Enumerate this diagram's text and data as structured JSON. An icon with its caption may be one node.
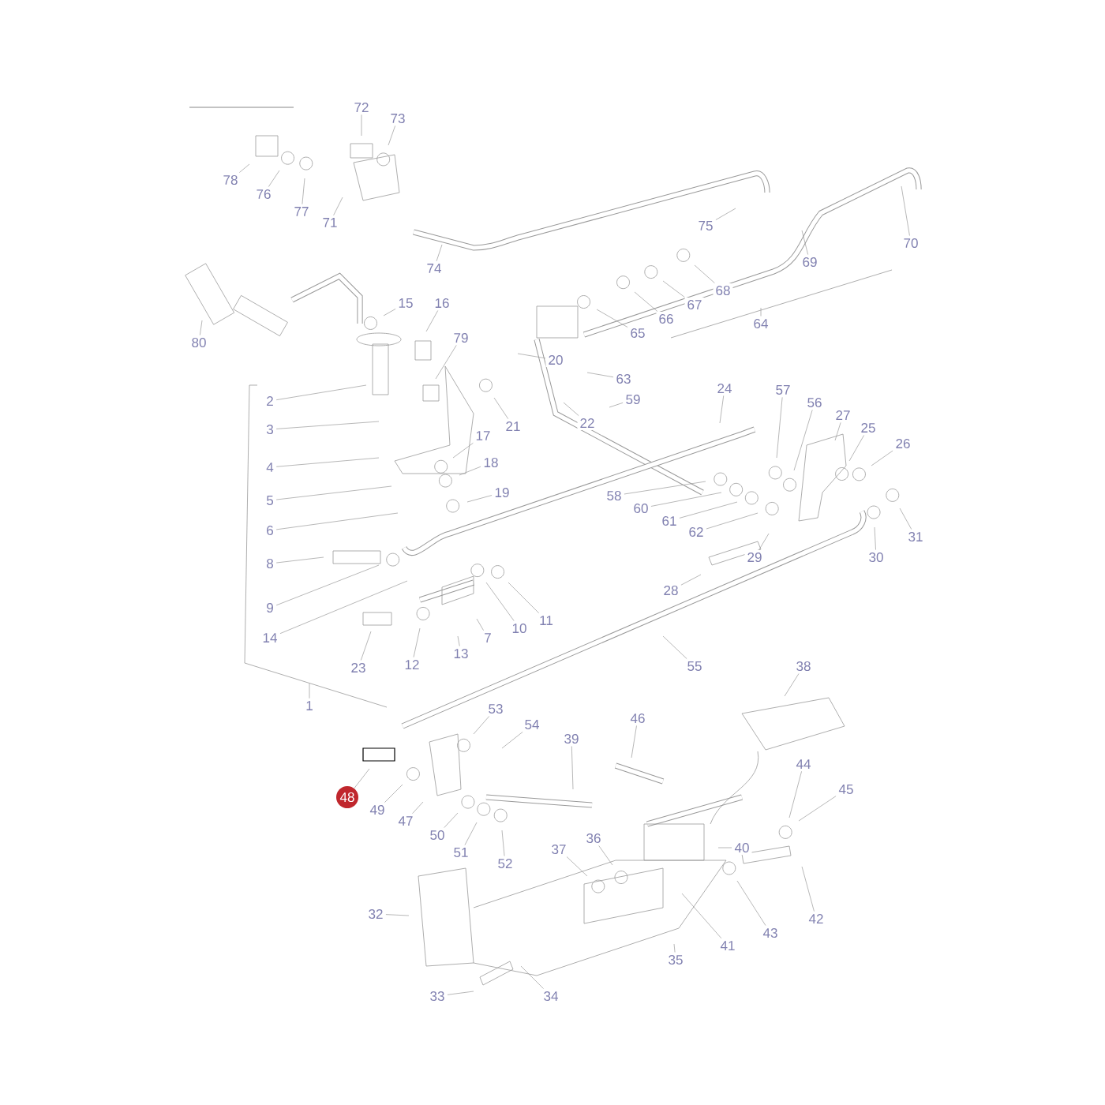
{
  "diagram": {
    "nodes": [
      {
        "text": [
          "72"
        ]
      },
      {
        "text": [
          "73"
        ]
      },
      {
        "text": [
          "78"
        ]
      },
      {
        "text": [
          "76"
        ]
      },
      {
        "text": [
          "77"
        ]
      },
      {
        "text": [
          "71"
        ]
      },
      {
        "text": [
          "74"
        ]
      },
      {
        "text": [
          "70"
        ]
      },
      {
        "text": [
          "75"
        ]
      },
      {
        "text": [
          "69"
        ]
      },
      {
        "text": [
          "68"
        ]
      },
      {
        "text": [
          "67"
        ]
      },
      {
        "text": [
          "66"
        ]
      },
      {
        "text": [
          "65"
        ]
      },
      {
        "text": [
          "64"
        ]
      },
      {
        "text": [
          "63"
        ]
      },
      {
        "text": [
          "15"
        ]
      },
      {
        "text": [
          "16"
        ]
      },
      {
        "text": [
          "79"
        ]
      },
      {
        "text": [
          "80"
        ]
      },
      {
        "text": [
          "20"
        ]
      },
      {
        "text": [
          "59"
        ]
      },
      {
        "text": [
          "22"
        ]
      },
      {
        "text": [
          "21"
        ]
      },
      {
        "text": [
          "2"
        ]
      },
      {
        "text": [
          "3"
        ]
      },
      {
        "text": [
          "4"
        ]
      },
      {
        "text": [
          "5"
        ]
      },
      {
        "text": [
          "6"
        ]
      },
      {
        "text": [
          "17"
        ]
      },
      {
        "text": [
          "18"
        ]
      },
      {
        "text": [
          "19"
        ]
      },
      {
        "text": [
          "24"
        ]
      },
      {
        "text": [
          "57"
        ]
      },
      {
        "text": [
          "56"
        ]
      },
      {
        "text": [
          "27"
        ]
      },
      {
        "text": [
          "25"
        ]
      },
      {
        "text": [
          "26"
        ]
      },
      {
        "text": [
          "58"
        ]
      },
      {
        "text": [
          "60"
        ]
      },
      {
        "text": [
          "61"
        ]
      },
      {
        "text": [
          "62"
        ]
      },
      {
        "text": [
          "29"
        ]
      },
      {
        "text": [
          "28"
        ]
      },
      {
        "text": [
          "30"
        ]
      },
      {
        "text": [
          "31"
        ]
      },
      {
        "text": [
          "8"
        ]
      },
      {
        "text": [
          "9"
        ]
      },
      {
        "text": [
          "14"
        ]
      },
      {
        "text": [
          "10"
        ]
      },
      {
        "text": [
          "11"
        ]
      },
      {
        "text": [
          "7"
        ]
      },
      {
        "text": [
          "12"
        ]
      },
      {
        "text": [
          "13"
        ]
      },
      {
        "text": [
          "23"
        ]
      },
      {
        "text": [
          "1"
        ]
      },
      {
        "text": [
          "55"
        ]
      },
      {
        "text": [
          "38"
        ]
      },
      {
        "text": [
          "53"
        ]
      },
      {
        "text": [
          "54"
        ]
      },
      {
        "text": [
          "46"
        ]
      },
      {
        "text": [
          "39"
        ]
      },
      {
        "text": [
          "44"
        ]
      },
      {
        "text": [
          "45"
        ]
      },
      {
        "text": [
          "48"
        ]
      },
      {
        "text": [
          "49"
        ]
      },
      {
        "text": [
          "47"
        ]
      },
      {
        "text": [
          "50"
        ]
      },
      {
        "text": [
          "51"
        ]
      },
      {
        "text": [
          "52"
        ]
      },
      {
        "text": [
          "37"
        ]
      },
      {
        "text": [
          "36"
        ]
      },
      {
        "text": [
          "40"
        ]
      },
      {
        "text": [
          "43"
        ]
      },
      {
        "text": [
          "42"
        ]
      },
      {
        "text": [
          "41"
        ]
      },
      {
        "text": [
          "35"
        ]
      },
      {
        "text": [
          "32"
        ]
      },
      {
        "text": [
          "33"
        ]
      },
      {
        "text": [
          "34"
        ]
      }
    ],
    "edges": [
      {
        "from": 0,
        "to": null,
        "arrow": "none"
      },
      {
        "from": 1,
        "to": null,
        "arrow": "none"
      },
      {
        "from": 2,
        "to": null,
        "arrow": "none"
      },
      {
        "from": 3,
        "to": null,
        "arrow": "none"
      },
      {
        "from": 4,
        "to": null,
        "arrow": "none"
      },
      {
        "from": 5,
        "to": null,
        "arrow": "none"
      },
      {
        "from": 6,
        "to": null,
        "arrow": "none"
      },
      {
        "from": 7,
        "to": null,
        "arrow": "none"
      },
      {
        "from": 8,
        "to": null,
        "arrow": "none"
      },
      {
        "from": 9,
        "to": null,
        "arrow": "none"
      },
      {
        "from": 10,
        "to": null,
        "arrow": "none"
      },
      {
        "from": 11,
        "to": null,
        "arrow": "none"
      },
      {
        "from": 12,
        "to": null,
        "arrow": "none"
      },
      {
        "from": 13,
        "to": null,
        "arrow": "none"
      },
      {
        "from": 14,
        "to": null,
        "arrow": "none"
      },
      {
        "from": 15,
        "to": null,
        "arrow": "none"
      },
      {
        "from": 16,
        "to": null,
        "arrow": "none"
      },
      {
        "from": 17,
        "to": null,
        "arrow": "none"
      },
      {
        "from": 18,
        "to": null,
        "arrow": "none"
      },
      {
        "from": 19,
        "to": null,
        "arrow": "none"
      },
      {
        "from": 20,
        "to": null,
        "arrow": "none"
      },
      {
        "from": 21,
        "to": null,
        "arrow": "none"
      },
      {
        "from": 22,
        "to": null,
        "arrow": "none"
      },
      {
        "from": 23,
        "to": null,
        "arrow": "none"
      },
      {
        "from": 24,
        "to": null,
        "arrow": "none"
      },
      {
        "from": 25,
        "to": null,
        "arrow": "none"
      },
      {
        "from": 26,
        "to": null,
        "arrow": "none"
      },
      {
        "from": 27,
        "to": null,
        "arrow": "none"
      },
      {
        "from": 28,
        "to": null,
        "arrow": "none"
      },
      {
        "from": 29,
        "to": null,
        "arrow": "none"
      },
      {
        "from": 30,
        "to": null,
        "arrow": "none"
      },
      {
        "from": 31,
        "to": null,
        "arrow": "none"
      },
      {
        "from": 32,
        "to": null,
        "arrow": "none"
      },
      {
        "from": 33,
        "to": null,
        "arrow": "none"
      },
      {
        "from": 34,
        "to": null,
        "arrow": "none"
      },
      {
        "from": 35,
        "to": null,
        "arrow": "none"
      },
      {
        "from": 36,
        "to": null,
        "arrow": "none"
      },
      {
        "from": 37,
        "to": null,
        "arrow": "none"
      },
      {
        "from": 38,
        "to": null,
        "arrow": "none"
      },
      {
        "from": 39,
        "to": null,
        "arrow": "none"
      },
      {
        "from": 40,
        "to": null,
        "arrow": "none"
      },
      {
        "from": 41,
        "to": null,
        "arrow": "none"
      },
      {
        "from": 42,
        "to": null,
        "arrow": "none"
      },
      {
        "from": 43,
        "to": null,
        "arrow": "none"
      },
      {
        "from": 44,
        "to": null,
        "arrow": "none"
      },
      {
        "from": 45,
        "to": null,
        "arrow": "none"
      },
      {
        "from": 46,
        "to": null,
        "arrow": "none"
      },
      {
        "from": 47,
        "to": null,
        "arrow": "none"
      },
      {
        "from": 48,
        "to": null,
        "arrow": "none"
      },
      {
        "from": 49,
        "to": null,
        "arrow": "none"
      },
      {
        "from": 50,
        "to": null,
        "arrow": "none"
      },
      {
        "from": 51,
        "to": null,
        "arrow": "none"
      },
      {
        "from": 52,
        "to": null,
        "arrow": "none"
      },
      {
        "from": 53,
        "to": null,
        "arrow": "none"
      },
      {
        "from": 54,
        "to": null,
        "arrow": "none"
      },
      {
        "from": 55,
        "to": null,
        "arrow": "none"
      },
      {
        "from": 56,
        "to": null,
        "arrow": "none"
      },
      {
        "from": 57,
        "to": null,
        "arrow": "none"
      },
      {
        "from": 58,
        "to": null,
        "arrow": "none"
      },
      {
        "from": 59,
        "to": null,
        "arrow": "none"
      },
      {
        "from": 60,
        "to": null,
        "arrow": "none"
      },
      {
        "from": 61,
        "to": null,
        "arrow": "none"
      },
      {
        "from": 62,
        "to": null,
        "arrow": "none"
      },
      {
        "from": 63,
        "to": null,
        "arrow": "none"
      },
      {
        "from": 64,
        "to": null,
        "arrow": "none"
      },
      {
        "from": 65,
        "to": null,
        "arrow": "none"
      },
      {
        "from": 66,
        "to": null,
        "arrow": "none"
      },
      {
        "from": 67,
        "to": null,
        "arrow": "none"
      },
      {
        "from": 68,
        "to": null,
        "arrow": "none"
      },
      {
        "from": 69,
        "to": null,
        "arrow": "none"
      },
      {
        "from": 70,
        "to": null,
        "arrow": "none"
      },
      {
        "from": 71,
        "to": null,
        "arrow": "none"
      },
      {
        "from": 72,
        "to": null,
        "arrow": "none"
      },
      {
        "from": 73,
        "to": null,
        "arrow": "none"
      },
      {
        "from": 74,
        "to": null,
        "arrow": "none"
      },
      {
        "from": 75,
        "to": null,
        "arrow": "none"
      },
      {
        "from": 76,
        "to": null,
        "arrow": "none"
      },
      {
        "from": 77,
        "to": null,
        "arrow": "none"
      },
      {
        "from": 78,
        "to": null,
        "arrow": "none"
      },
      {
        "from": 79,
        "to": null,
        "arrow": "none"
      }
    ]
  }
}
